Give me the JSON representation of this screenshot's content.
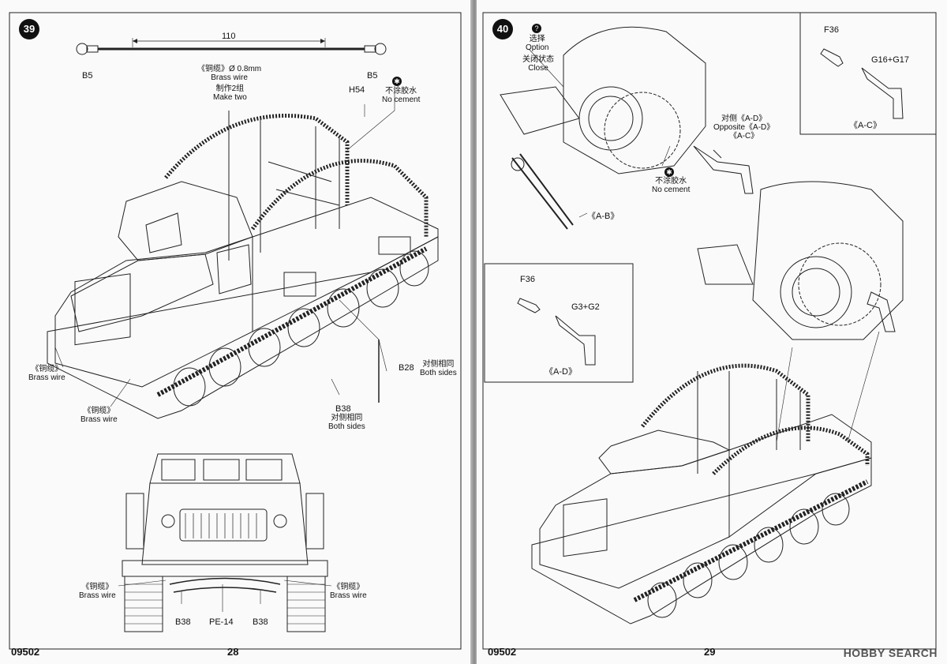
{
  "left_page": {
    "step_number": "39",
    "page_number": "28",
    "kit_number": "09502",
    "wire_length": "110",
    "wire_cn": "《铜缆》Ø 0.8mm",
    "wire_en": "Brass wire",
    "make_cn": "制作2组",
    "make_en": "Make two",
    "part_b5_left": "B5",
    "part_b5_right": "B5",
    "part_h54": "H54",
    "no_cement_cn": "不涂胶水",
    "no_cement_en": "No cement",
    "part_b28": "B28",
    "both_sides_cn_1": "对侧相同",
    "both_sides_en_1": "Both sides",
    "part_b38": "B38",
    "both_sides_cn_2": "对侧相同",
    "both_sides_en_2": "Both sides",
    "brass_cn_1": "《铜缆》",
    "brass_en_1": "Brass wire",
    "brass_cn_2": "《铜缆》",
    "brass_en_2": "Brass wire",
    "brass_cn_3": "《铜缆》",
    "brass_en_3": "Brass wire",
    "brass_cn_4": "《铜缆》",
    "brass_en_4": "Brass wire",
    "part_b38_front_left": "B38",
    "part_pe14": "PE-14",
    "part_b38_front_right": "B38"
  },
  "right_page": {
    "step_number": "40",
    "page_number": "29",
    "kit_number": "09502",
    "option_icon": "?",
    "option_cn": "选择",
    "option_en": "Option",
    "close_cn": "关闭状态",
    "close_en": "Close",
    "opposite_cn": "对侧《A-D》",
    "opposite_en": "Opposite《A-D》",
    "ac_label": "《A-C》",
    "no_cement_cn": "不涂胶水",
    "no_cement_en": "No cement",
    "ab_label": "《A-B》",
    "inset_top": {
      "part_f36": "F36",
      "part_g16": "G16+G17",
      "label": "《A-C》"
    },
    "inset_mid": {
      "part_f36": "F36",
      "part_g3": "G3+G2",
      "label": "《A-D》"
    },
    "watermark": "HOBBY SEARCH"
  }
}
